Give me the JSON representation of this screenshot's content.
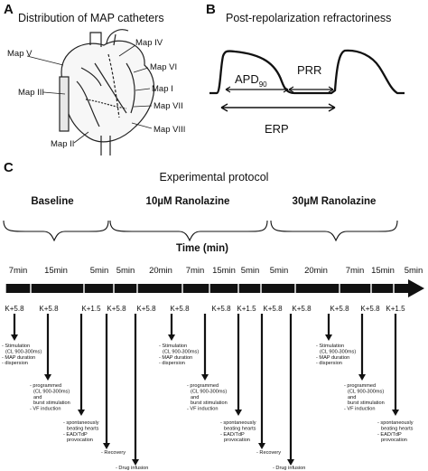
{
  "panel_a": {
    "letter": "A",
    "title": "Distribution of MAP catheters",
    "labels": [
      "Map IV",
      "Map V",
      "Map VI",
      "Map I",
      "Map III",
      "Map VII",
      "Map VIII",
      "Map II"
    ]
  },
  "panel_b": {
    "letter": "B",
    "title": "Post-repolarization refractoriness",
    "apd_main": "APD",
    "apd_sub": "90",
    "prr": "PRR",
    "erp": "ERP"
  },
  "panel_c": {
    "letter": "C",
    "title": "Experimental protocol",
    "phases": [
      "Baseline",
      "10µM Ranolazine",
      "30µM Ranolazine"
    ],
    "time_label": "Time (min)",
    "durations": [
      "7min",
      "15min",
      "5min",
      "5min",
      "20min",
      "7min",
      "15min",
      "5min",
      "5min",
      "20min",
      "7min",
      "15min",
      "5min"
    ],
    "k_values": [
      "K+5.8",
      "K+5.8",
      "K+1.5",
      "K+5.8",
      "K+5.8",
      "K+5.8",
      "K+5.8",
      "K+1.5",
      "K+5.8",
      "K+5.8",
      "K+5.8",
      "K+5.8",
      "K+1.5"
    ],
    "stimulation_lines": [
      "- Stimulation",
      "(CL 900-300ms)",
      "- MAP duration",
      "- dispersion"
    ],
    "programmed_lines": [
      "- programmed",
      "(CL 900-300ms)",
      "and",
      "burst stimulation",
      "- VF induction"
    ],
    "spontaneous_lines": [
      "- spontaneously",
      "beating hearts",
      "- EAD/TdP",
      "provocation"
    ],
    "recovery": "- Recovery",
    "drug_infusion": "- Drug infusion"
  }
}
